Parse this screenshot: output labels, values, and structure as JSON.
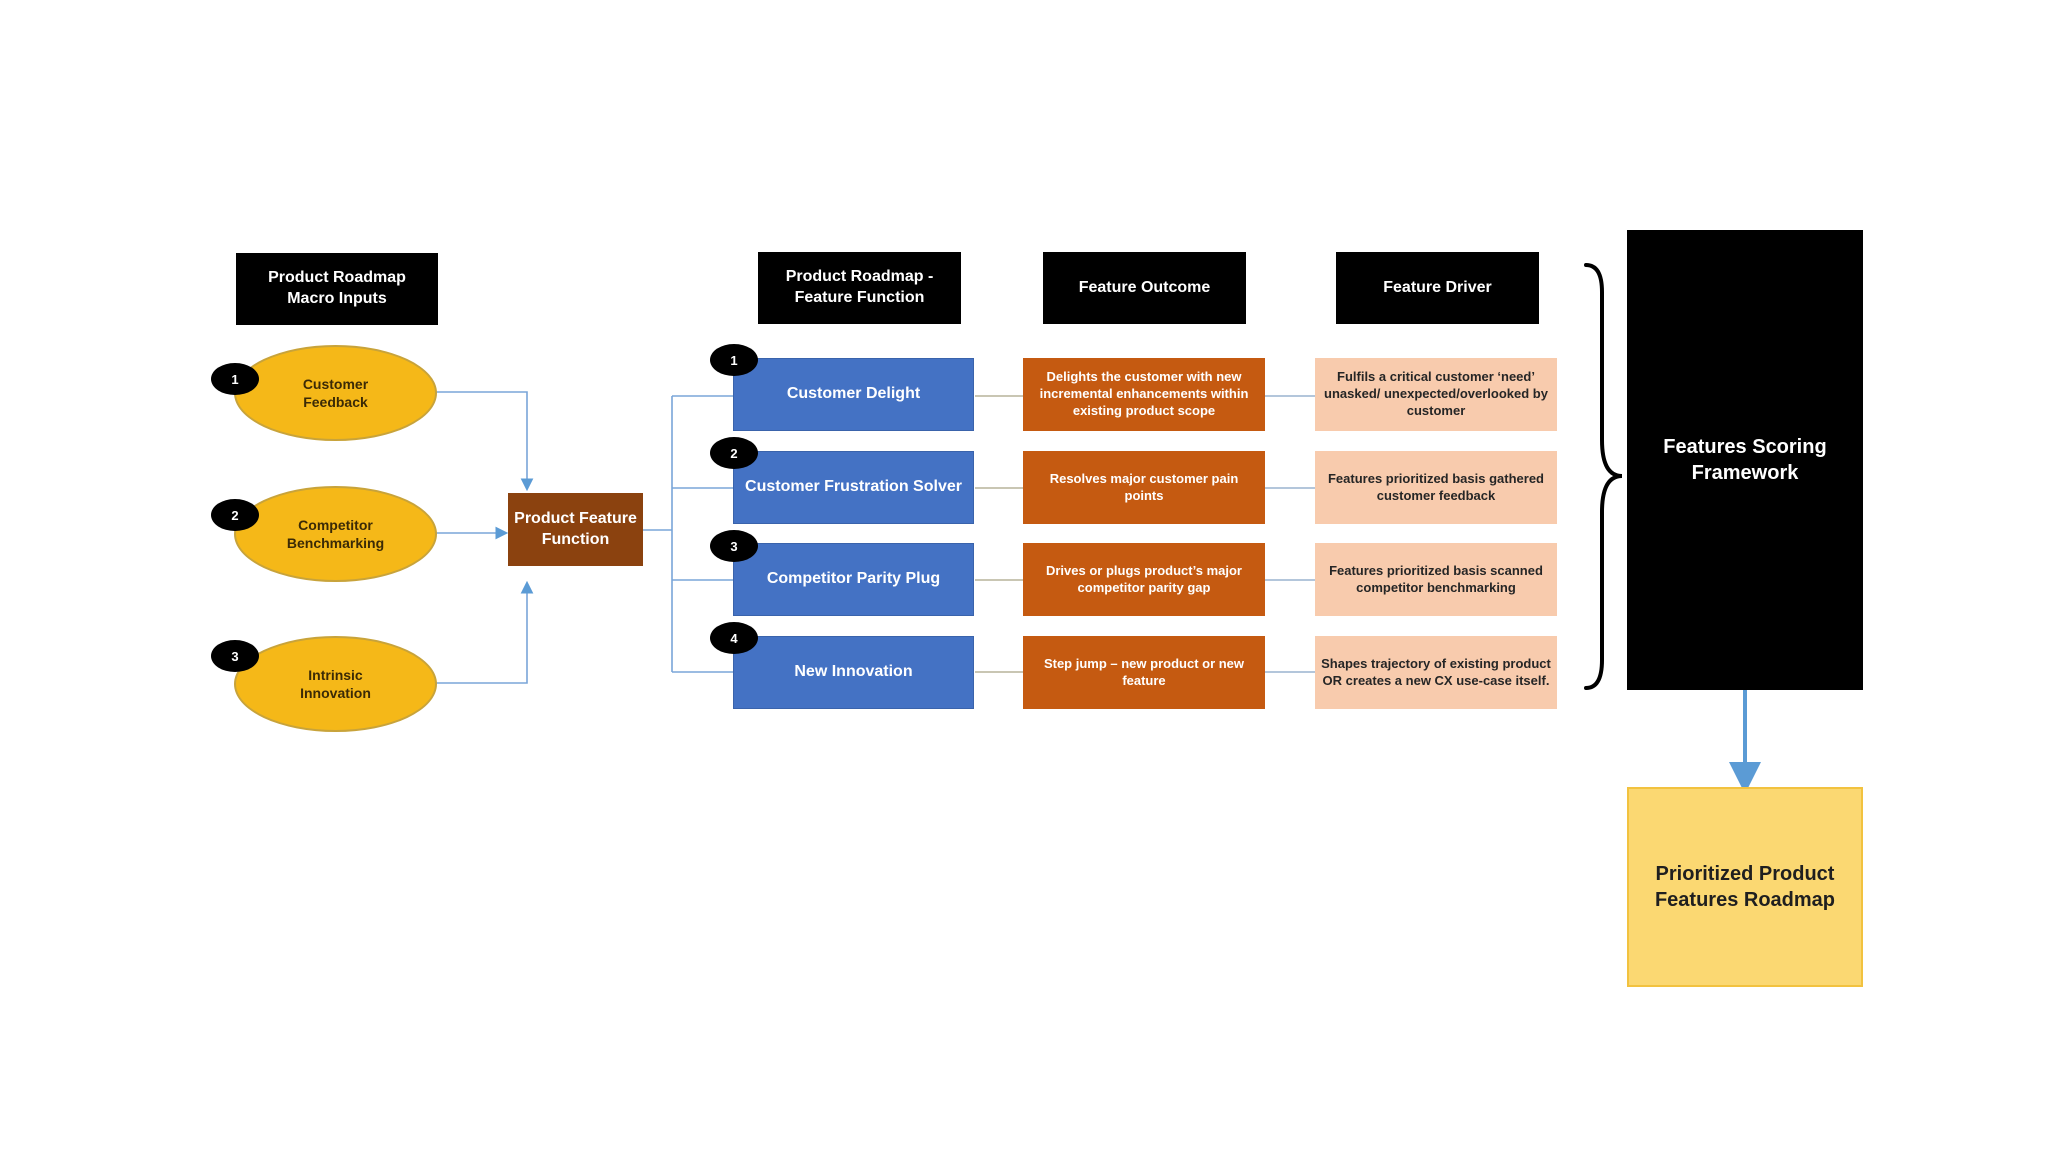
{
  "headers": {
    "macro_inputs": "Product Roadmap Macro Inputs",
    "feature_function": "Product Roadmap - Feature Function",
    "feature_outcome": "Feature Outcome",
    "feature_driver": "Feature Driver"
  },
  "inputs": [
    {
      "number": "1",
      "label": "Customer Feedback"
    },
    {
      "number": "2",
      "label": "Competitor Benchmarking"
    },
    {
      "number": "3",
      "label": "Intrinsic Innovation"
    }
  ],
  "central_node": "Product Feature Function",
  "features": [
    {
      "number": "1",
      "function": "Customer Delight",
      "outcome": "Delights the customer with new incremental enhancements within existing product scope",
      "driver": "Fulfils a critical customer ‘need’ unasked/ unexpected/overlooked by customer"
    },
    {
      "number": "2",
      "function": "Customer Frustration Solver",
      "outcome": "Resolves major customer pain points",
      "driver": "Features prioritized basis gathered customer feedback"
    },
    {
      "number": "3",
      "function": "Competitor Parity Plug",
      "outcome": "Drives or plugs product’s major competitor parity gap",
      "driver": "Features prioritized basis scanned competitor benchmarking"
    },
    {
      "number": "4",
      "function": "New Innovation",
      "outcome": "Step jump – new product or new feature",
      "driver": "Shapes trajectory of existing product OR creates a new CX use-case itself."
    }
  ],
  "framework": "Features Scoring Framework",
  "roadmap": "Prioritized Product Features Roadmap",
  "colors": {
    "header": "#000000",
    "input_yellow": "#f5b818",
    "central_brown": "#8b420f",
    "function_blue": "#4472c4",
    "outcome_orange": "#c55a11",
    "driver_peach": "#f8cbad",
    "roadmap_yellow": "#fbd872",
    "connector": "#5b9bd5"
  }
}
